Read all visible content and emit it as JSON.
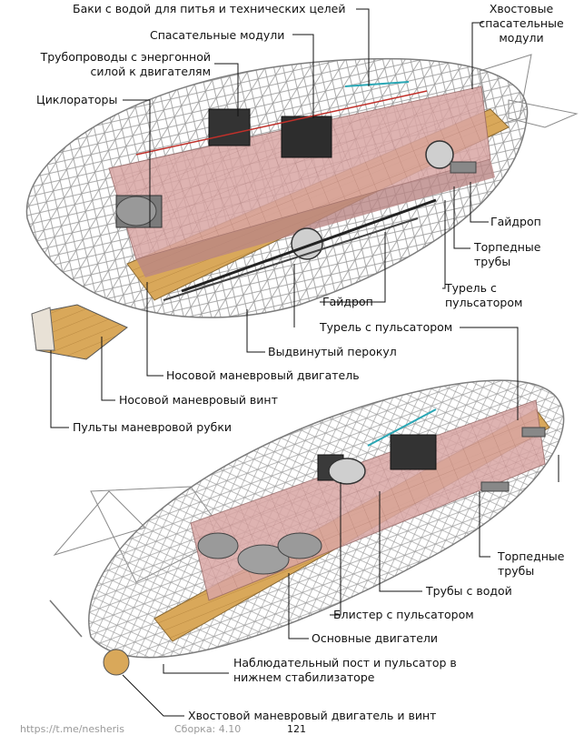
{
  "labels": {
    "water_tanks": "Баки с водой для питья и технических целей",
    "tail_pods": [
      "Хвостовые",
      "спасательные",
      "модули"
    ],
    "escape_modules": "Спасательные модули",
    "power_pipes": [
      "Трубопроводы с энергонной",
      "силой к двигателям"
    ],
    "cyclorotors": "Циклораторы",
    "gyro_top": "Гайдроп",
    "torpedo_top": [
      "Торпедные",
      "трубы"
    ],
    "turret_side": [
      "Турель с",
      "пульсатором"
    ],
    "gyro_bottom": "Гайдроп",
    "turret_pulsator": "Турель с пульсатором",
    "extended_perokul": "Выдвинутый перокул",
    "bow_engine": "Носовой маневровый двигатель",
    "bow_screw": "Носовой маневровый винт",
    "bridge_consoles": "Пульты маневровой рубки",
    "torpedo_bottom": [
      "Торпедные",
      "трубы"
    ],
    "water_pipes": "Трубы с водой",
    "blister": "Блистер с пульсатором",
    "main_engines": "Основные двигатели",
    "observation_post": [
      "Наблюдательный пост и пульсатор в",
      "нижнем стабилизаторе"
    ],
    "tail_engine": "Хвостовой маневровый двигатель и винт"
  },
  "footer": {
    "link": "https://t.me/nesheris",
    "build": "Сборка:   4.10",
    "page": "121"
  }
}
